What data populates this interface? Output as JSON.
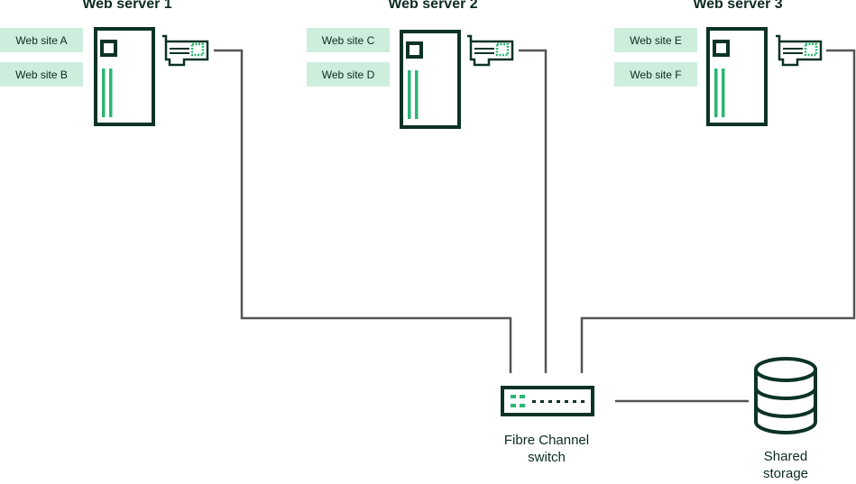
{
  "colors": {
    "dark": "#0b3326",
    "accent": "#2bb673",
    "site_bg": "#cdeedd",
    "wire": "#555555"
  },
  "servers": [
    {
      "title": "Web server 1",
      "sites": [
        "Web site A",
        "Web site B"
      ]
    },
    {
      "title": "Web server 2",
      "sites": [
        "Web site C",
        "Web site D"
      ]
    },
    {
      "title": "Web server 3",
      "sites": [
        "Web site E",
        "Web site F"
      ]
    }
  ],
  "switch": {
    "label_line1": "Fibre Channel",
    "label_line2": "switch"
  },
  "storage": {
    "label_line1": "Shared",
    "label_line2": "storage"
  }
}
